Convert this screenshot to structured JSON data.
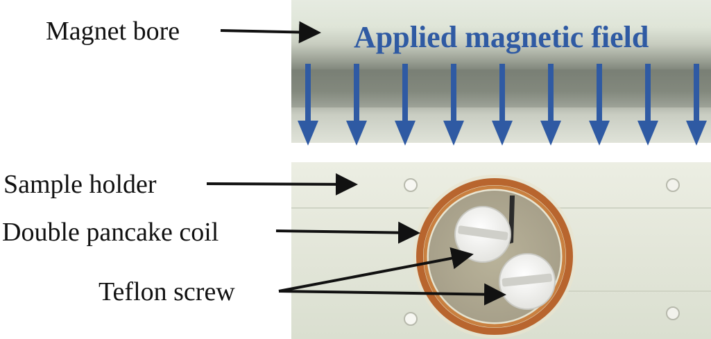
{
  "title": "Applied magnetic field",
  "labels": {
    "magnet_bore": "Magnet bore",
    "sample_holder": "Sample holder",
    "coil": "Double pancake coil",
    "screw": "Teflon screw"
  },
  "colors": {
    "field_arrows": "#2f5aa3",
    "title": "#2f5aa3",
    "coil_copper": "#b8652e",
    "holder": "#e9ece0",
    "bore_top": "#e7ece2"
  },
  "field_arrow_count": 9
}
